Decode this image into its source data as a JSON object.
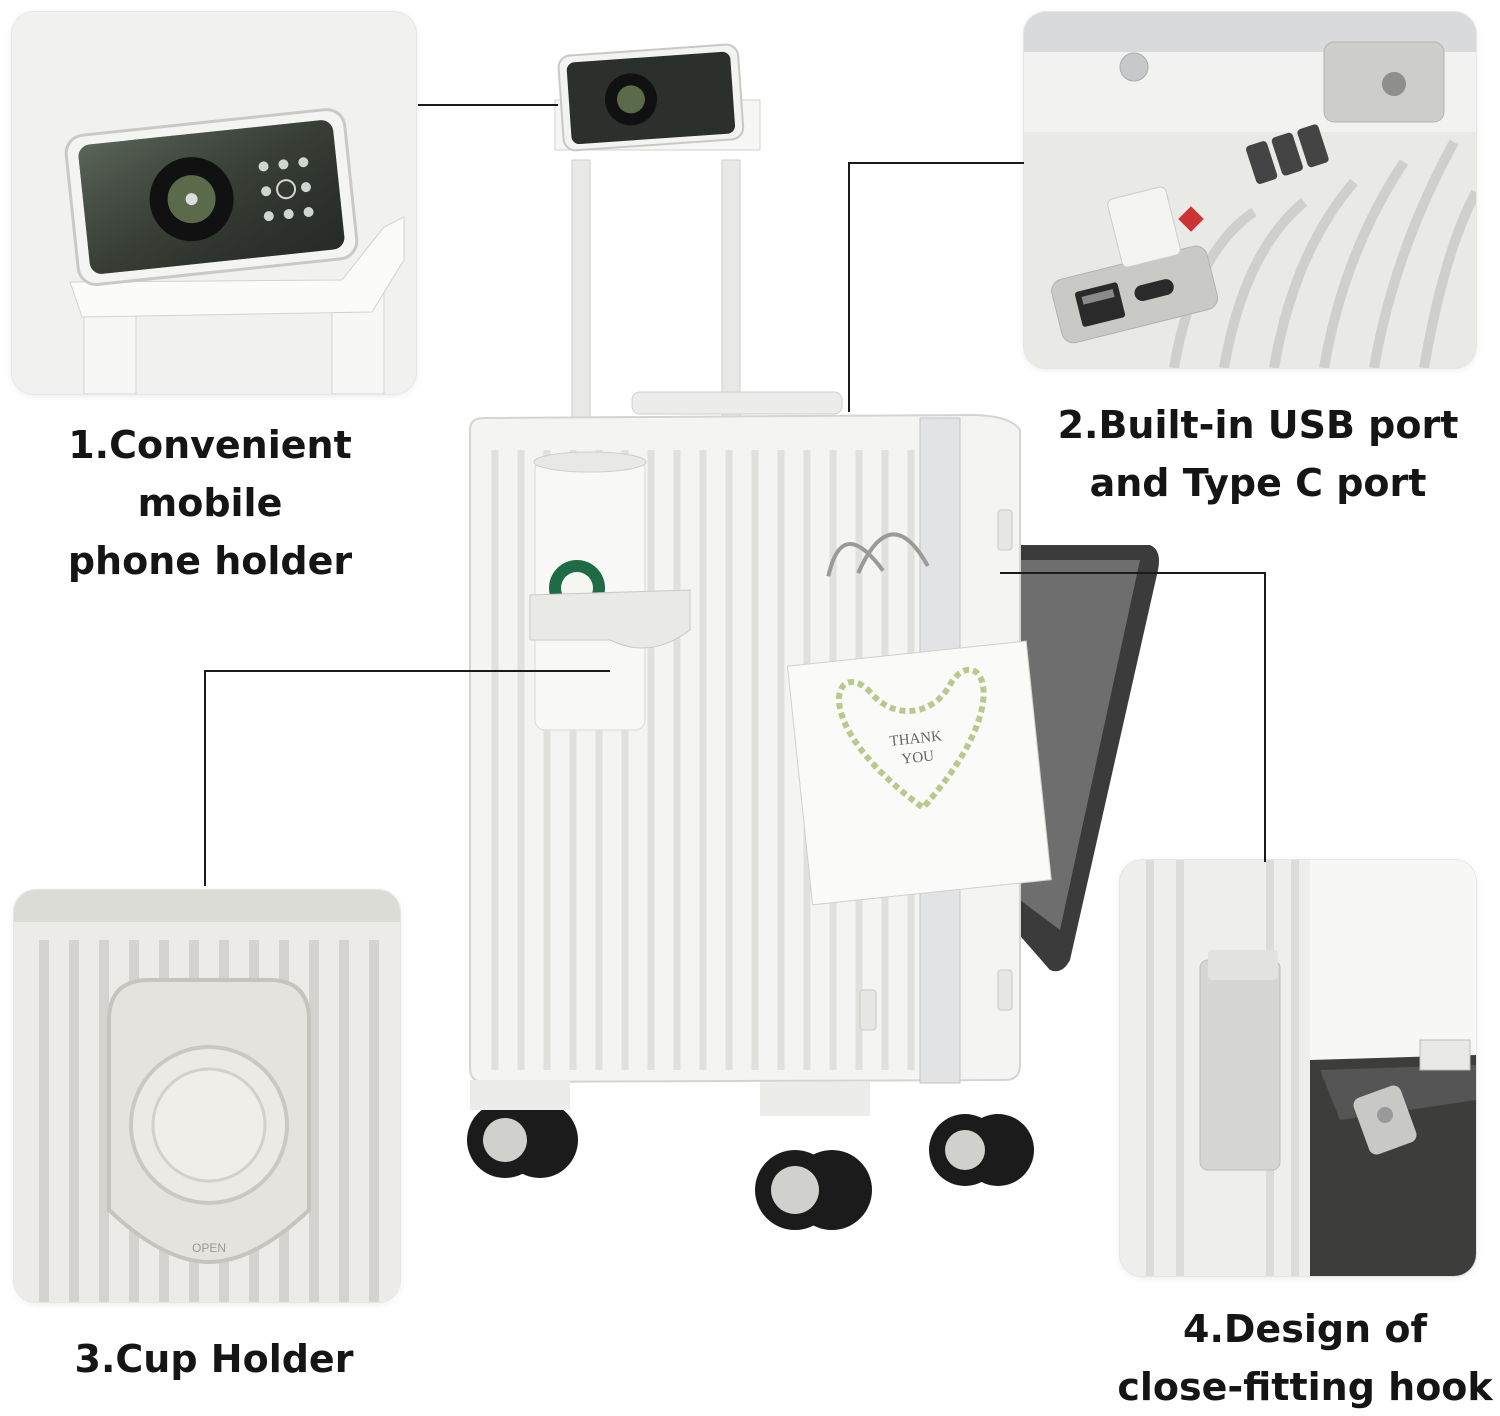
{
  "features": [
    {
      "id": 1,
      "lines": [
        "1.Convenient mobile",
        "phone holder"
      ]
    },
    {
      "id": 2,
      "lines": [
        "2.Built-in USB port",
        "and Type C port"
      ]
    },
    {
      "id": 3,
      "lines": [
        "3.Cup Holder"
      ]
    },
    {
      "id": 4,
      "lines": [
        "4.Design of",
        "close-fitting hook"
      ]
    }
  ],
  "images": {
    "cup_holder_engraving": "OPEN",
    "gift_bag_text": [
      "THANK",
      "YOU"
    ]
  }
}
